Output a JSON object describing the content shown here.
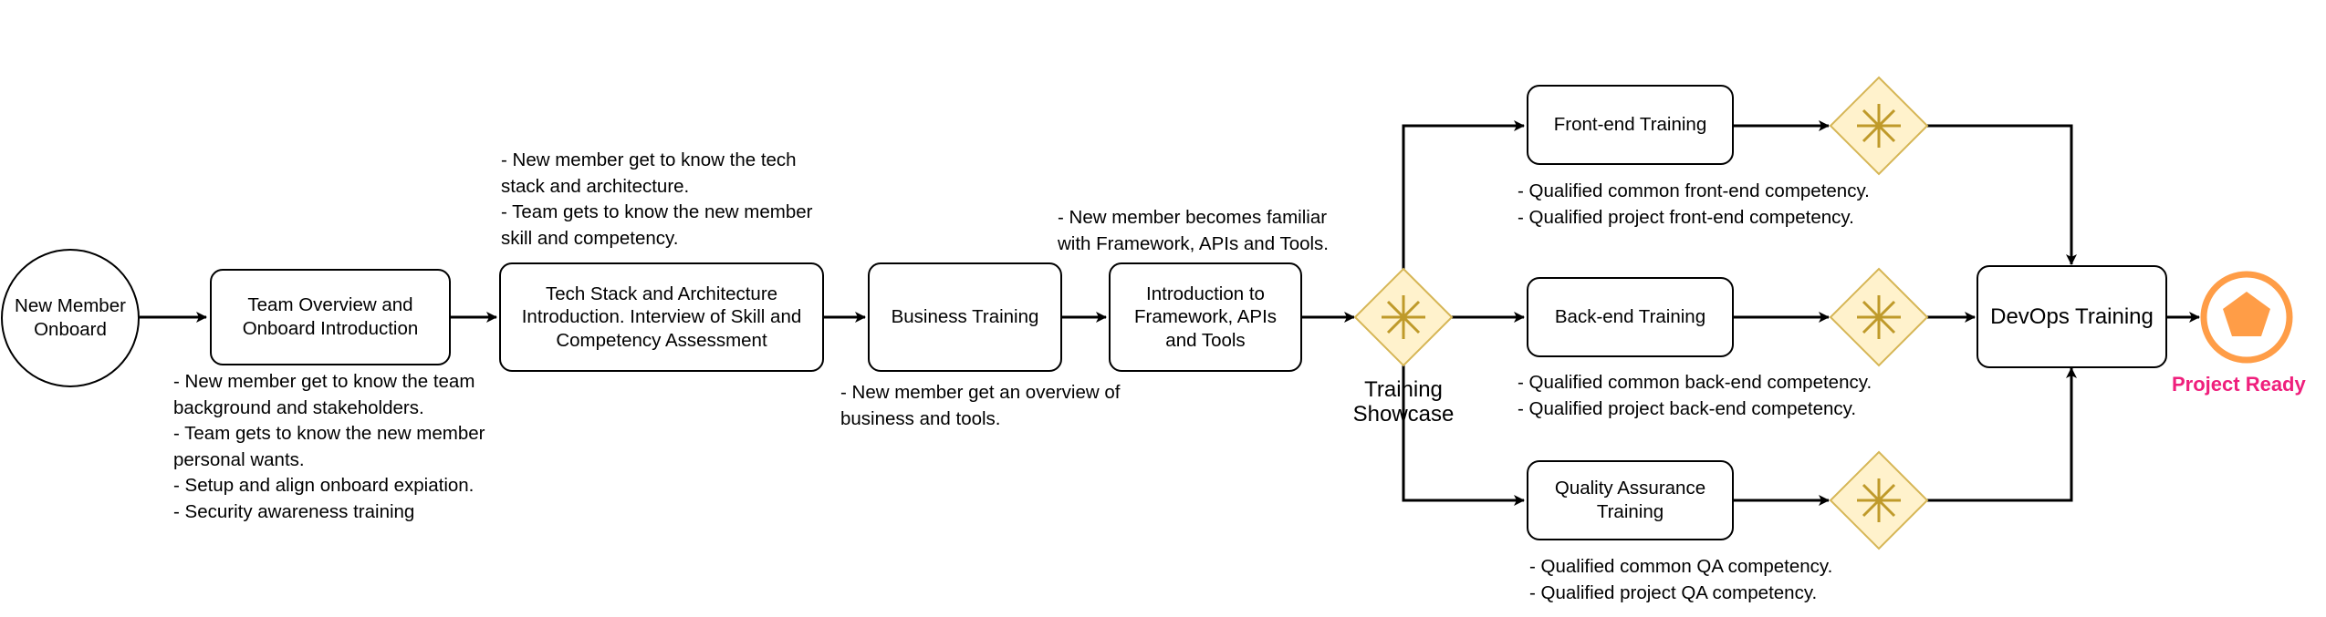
{
  "colors": {
    "line": "#000000",
    "gateway_fill": "#fff2cc",
    "gateway_stroke": "#d6b656",
    "gateway_mark": "#bf9a2a",
    "end_ring": "#ff9d47",
    "end_fill": "#ff9d47",
    "end_label": "#ef1f7c"
  },
  "nodes": {
    "start": "New Member\nOnboard",
    "team_overview": "Team Overview and\nOnboard Introduction",
    "tech_stack": "Tech Stack and Architecture\nIntroduction. Interview of Skill and\nCompetency Assessment",
    "business": "Business Training",
    "framework": "Introduction to\nFramework, APIs\nand Tools",
    "showcase": "Training\nShowcase",
    "frontend": "Front-end Training",
    "backend": "Back-end Training",
    "qa": "Quality Assurance\nTraining",
    "devops": "DevOps Training",
    "end": "Project Ready"
  },
  "notes": {
    "team_overview": [
      "- New member get to know the team\nbackground and stakeholders.",
      "- Team gets to know the new member\npersonal wants.",
      "- Setup and align onboard expiation.",
      "- Security awareness training"
    ],
    "tech_stack": [
      "- New member get to know the tech\nstack and architecture.",
      "- Team gets to know the new member\nskill and competency."
    ],
    "business": [
      "- New member get an overview of\nbusiness and tools."
    ],
    "framework": [
      "- New member becomes familiar\nwith Framework, APIs and Tools."
    ],
    "frontend": [
      "- Qualified common front-end competency.",
      "- Qualified project front-end competency."
    ],
    "backend": [
      "- Qualified common back-end competency.",
      "- Qualified project back-end competency."
    ],
    "qa": [
      "- Qualified common QA competency.",
      "- Qualified project QA competency."
    ]
  }
}
